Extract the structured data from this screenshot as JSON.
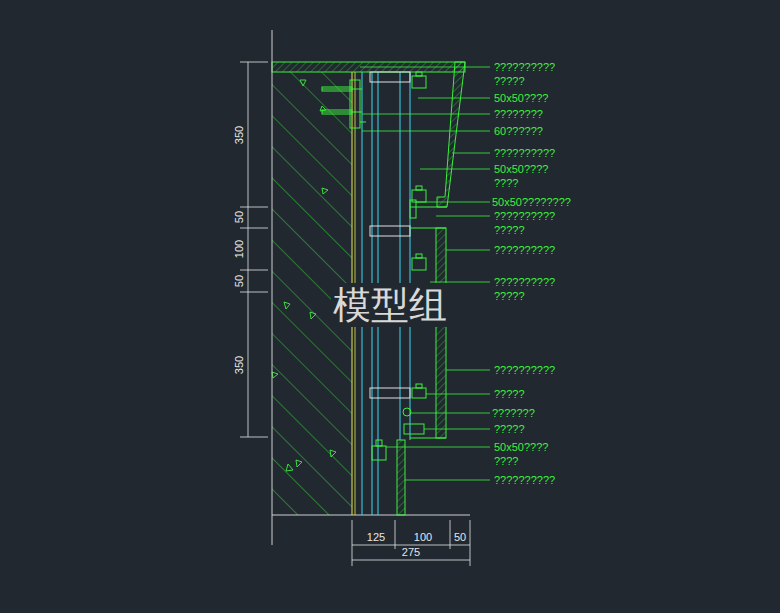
{
  "diagram": {
    "labels": [
      "?????????? ?????",
      "50x50????",
      "????????",
      "60??????",
      "??????????",
      "50x50???? ????",
      "50x50????????",
      "?????????? ?????",
      "??????????",
      "?????????? ?????",
      "??????????",
      "?????",
      "???????",
      "?????",
      "50x50???? ????",
      "??????????",
      "350",
      "50",
      "100",
      "50",
      "350",
      "125",
      "100",
      "50",
      "275",
      "模型组"
    ]
  }
}
